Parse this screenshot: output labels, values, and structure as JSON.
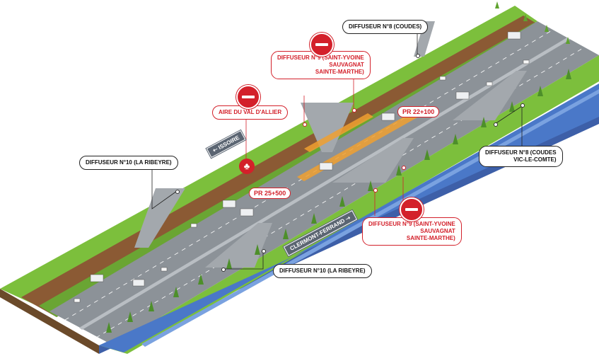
{
  "callouts": {
    "diffuseur8_top": "DIFFUSEUR N°8  (COUDES)",
    "diffuseur9_top_l1": "DIFFUSEUR N°9   (SAINT-YVOINE",
    "diffuseur9_top_l2": "SAUVAGNAT",
    "diffuseur9_top_l3": "SAINTE-MARTHE)",
    "aire": "AIRE DU VAL D'ALLIER",
    "diffuseur10_left": "DIFFUSEUR N°10 (LA RIBEYRE)",
    "diffuseur8_right_l1": "DIFFUSEUR N°8            (COUDES",
    "diffuseur8_right_l2": "VIC-LE-COMTE)",
    "diffuseur9_bottom_l1": "DIFFUSEUR N°9   (SAINT-YVOINE",
    "diffuseur9_bottom_l2": "SAUVAGNAT",
    "diffuseur9_bottom_l3": "SAINTE-MARTHE)",
    "diffuseur10_bottom": "DIFFUSEUR N°10 (LA RIBEYRE)"
  },
  "pr_markers": {
    "pr_22": "PR 22+100",
    "pr_25": "PR 25+500"
  },
  "direction_signs": {
    "issoire": "⇠ ISSOIRE",
    "clermont": "CLERMONT-FERRAND ⇢"
  },
  "icons": {
    "closed": "no-entry-icon",
    "rest_area": "picnic-tree-icon"
  },
  "colors": {
    "alert_red": "#d3202a",
    "road": "#8c9298",
    "grass": "#7cbf3c",
    "river": "#4a78c8"
  }
}
